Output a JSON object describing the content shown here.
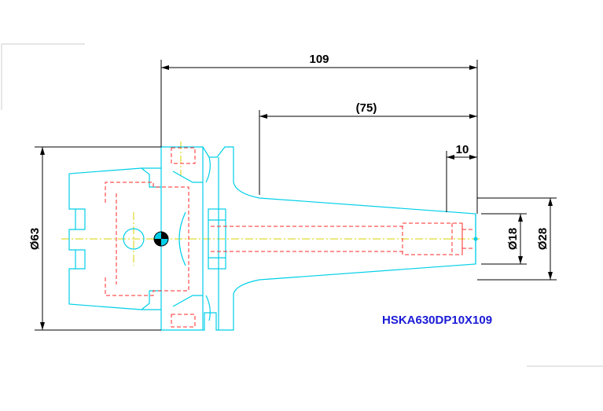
{
  "dimensions": {
    "overall_length": "109",
    "projection_length": "(75)",
    "tip_length": "10",
    "flange_diameter": "Ø63",
    "bore_diameter": "Ø18",
    "nose_diameter": "Ø28"
  },
  "part_number": "HSKA630DP10X109",
  "colors": {
    "outline": "#00cfe8",
    "hidden_lines": "#ff2a2a",
    "center_lines": "#d8d000",
    "dimension_lines": "#000000",
    "part_number_text": "#1a1ad6"
  }
}
